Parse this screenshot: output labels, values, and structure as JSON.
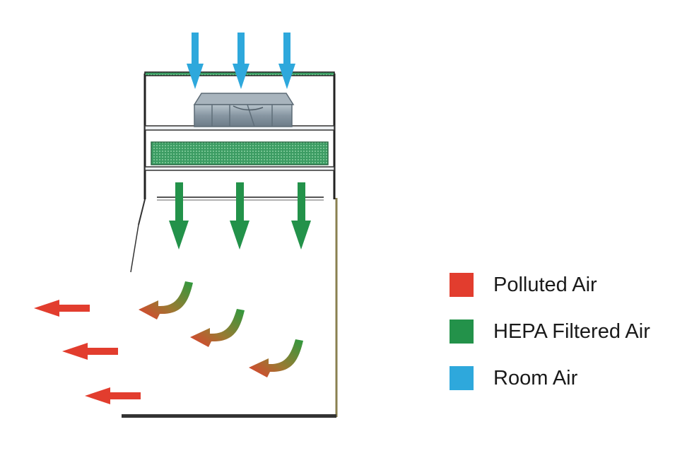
{
  "legend": {
    "items": [
      {
        "label": "Polluted Air",
        "color": "#e23d2e",
        "icon": "red-square"
      },
      {
        "label": "HEPA Filtered Air",
        "color": "#23924a",
        "icon": "green-square"
      },
      {
        "label": "Room Air",
        "color": "#2ea8dc",
        "icon": "blue-square"
      }
    ]
  },
  "colors": {
    "room_air": "#2ea8dc",
    "hepa_air": "#23924a",
    "polluted_air": "#e23d2e",
    "cabinet_line": "#222222",
    "filter_fill": "#3fae6e",
    "fan_body": "#8c9aa6"
  }
}
